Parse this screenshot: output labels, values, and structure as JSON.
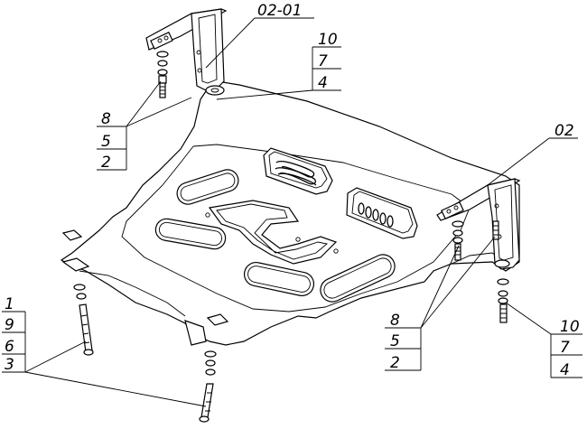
{
  "diagram": {
    "title": "Skid plate assembly exploded view",
    "callouts": {
      "top_bracket_left": {
        "label": "02-01"
      },
      "top_bracket_right": {
        "label": "02"
      },
      "stack_top_right": [
        "10",
        "7",
        "4"
      ],
      "stack_left_mid": [
        "8",
        "5",
        "2"
      ],
      "stack_right_mid": [
        "8",
        "5",
        "2"
      ],
      "stack_bottom_left": [
        "1",
        "9",
        "6",
        "3"
      ],
      "stack_bottom_right": [
        "10",
        "7",
        "4"
      ]
    }
  }
}
